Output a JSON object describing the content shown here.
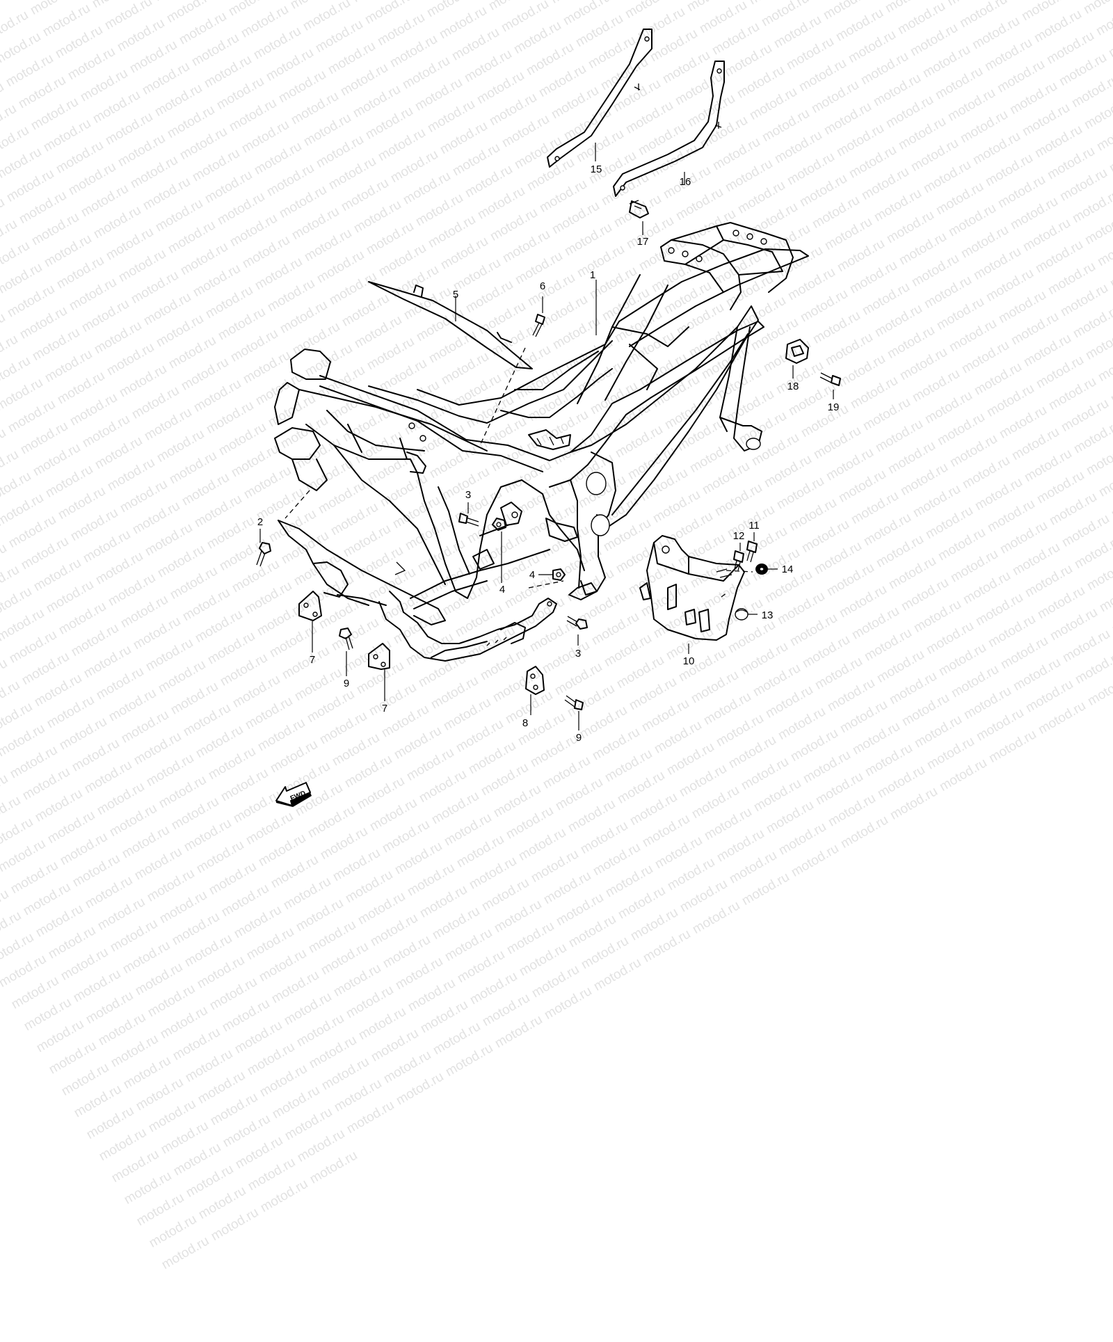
{
  "watermark": {
    "text": "motod.ru",
    "repeat": 1200
  },
  "direction_marker": {
    "label": "FWD"
  },
  "parts": [
    {
      "id": "1",
      "label": "1"
    },
    {
      "id": "2",
      "label": "2"
    },
    {
      "id": "3a",
      "label": "3"
    },
    {
      "id": "3b",
      "label": "3"
    },
    {
      "id": "4a",
      "label": "4"
    },
    {
      "id": "4b",
      "label": "4"
    },
    {
      "id": "5",
      "label": "5"
    },
    {
      "id": "6",
      "label": "6"
    },
    {
      "id": "7a",
      "label": "7"
    },
    {
      "id": "7b",
      "label": "7"
    },
    {
      "id": "8",
      "label": "8"
    },
    {
      "id": "9a",
      "label": "9"
    },
    {
      "id": "9b",
      "label": "9"
    },
    {
      "id": "10",
      "label": "10"
    },
    {
      "id": "11",
      "label": "11"
    },
    {
      "id": "12",
      "label": "12"
    },
    {
      "id": "13",
      "label": "13"
    },
    {
      "id": "14",
      "label": "14"
    },
    {
      "id": "15",
      "label": "15"
    },
    {
      "id": "16",
      "label": "16"
    },
    {
      "id": "17",
      "label": "17"
    },
    {
      "id": "18",
      "label": "18"
    },
    {
      "id": "19",
      "label": "19"
    }
  ]
}
